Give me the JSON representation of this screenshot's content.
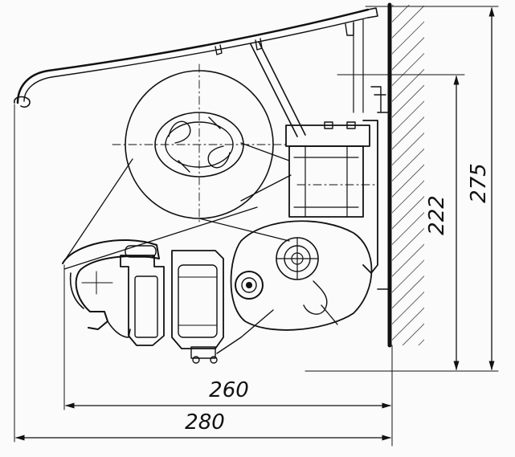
{
  "dimensions": {
    "d260": "260",
    "d280": "280",
    "d222": "222",
    "d275": "275"
  },
  "colors": {
    "ink": "#111111",
    "paper": "#fbfbfb"
  }
}
